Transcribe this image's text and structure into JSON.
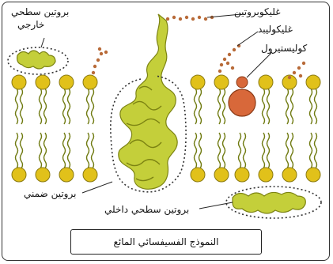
{
  "labels": {
    "outer_protein_line1": "بروتين سطحي",
    "outer_protein_line2": "خارجي",
    "glycoprotein": "غليكوبروتين",
    "glycolipid": "غليكوليبد",
    "cholesterol": "كوليستيرول",
    "integral_protein": "بروتين ضمني",
    "inner_protein": "بروتين سطحي داخلي"
  },
  "caption": "النموذج الفسيفسائي المائع",
  "colors": {
    "phospholipid_head": "#e1c11a",
    "tail": "#6f7a10",
    "protein": "#c4cf3a",
    "cholesterol": "#d8683a",
    "sugar": "#b86a38"
  }
}
